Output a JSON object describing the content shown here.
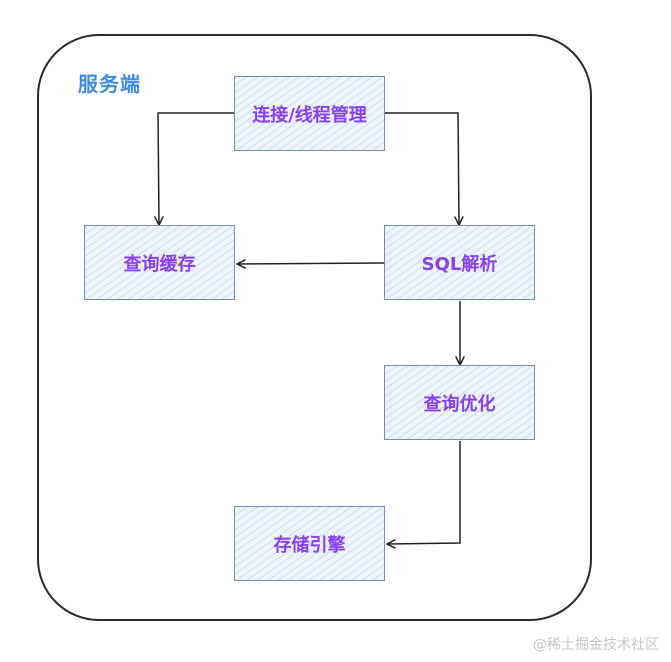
{
  "container": {
    "label": "服务端"
  },
  "nodes": {
    "connection": "连接/线程管理",
    "cache": "查询缓存",
    "parser": "SQL解析",
    "optimizer": "查询优化",
    "storage": "存储引擎"
  },
  "colors": {
    "container_label": "#3c8be6",
    "node_text": "#8a3ff0",
    "node_border": "#6f8fb5",
    "node_fill": "#eef4fc",
    "edge": "#222222",
    "watermark": "#c4c4c4"
  },
  "watermark": "@稀土掘金技术社区"
}
